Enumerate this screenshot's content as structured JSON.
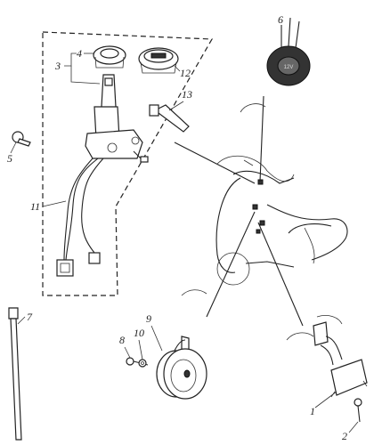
{
  "callouts": {
    "c1": "1",
    "c2": "2",
    "c3": "3",
    "c4": "4",
    "c5": "5",
    "c6": "6",
    "c7": "7",
    "c8": "8",
    "c9": "9",
    "c10": "10",
    "c11": "11",
    "c12": "12",
    "c13": "13"
  },
  "badge_text": "12V"
}
